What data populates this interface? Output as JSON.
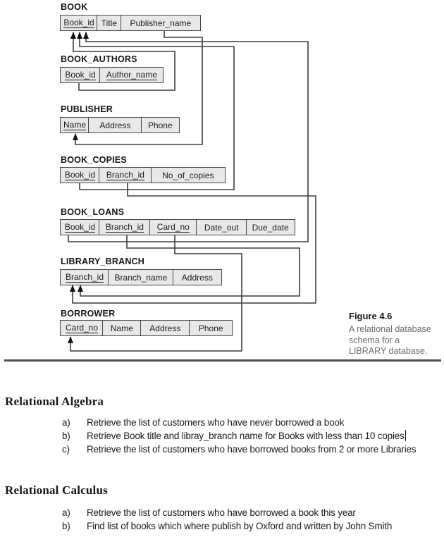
{
  "figure": {
    "tables": [
      {
        "name": "BOOK",
        "columns": [
          {
            "label": "Book_id",
            "pk": true
          },
          {
            "label": "Title",
            "pk": false
          },
          {
            "label": "Publisher_name",
            "pk": false
          }
        ]
      },
      {
        "name": "BOOK_AUTHORS",
        "columns": [
          {
            "label": "Book_id",
            "pk": true
          },
          {
            "label": "Author_name",
            "pk": true
          }
        ]
      },
      {
        "name": "PUBLISHER",
        "columns": [
          {
            "label": "Name",
            "pk": true
          },
          {
            "label": "Address",
            "pk": false
          },
          {
            "label": "Phone",
            "pk": false
          }
        ]
      },
      {
        "name": "BOOK_COPIES",
        "columns": [
          {
            "label": "Book_id",
            "pk": true
          },
          {
            "label": "Branch_id",
            "pk": true
          },
          {
            "label": "No_of_copies",
            "pk": false
          }
        ]
      },
      {
        "name": "BOOK_LOANS",
        "columns": [
          {
            "label": "Book_id",
            "pk": true
          },
          {
            "label": "Branch_id",
            "pk": true
          },
          {
            "label": "Card_no",
            "pk": true
          },
          {
            "label": "Date_out",
            "pk": false
          },
          {
            "label": "Due_date",
            "pk": false
          }
        ]
      },
      {
        "name": "LIBRARY_BRANCH",
        "columns": [
          {
            "label": "Branch_id",
            "pk": true
          },
          {
            "label": "Branch_name",
            "pk": false
          },
          {
            "label": "Address",
            "pk": false
          }
        ]
      },
      {
        "name": "BORROWER",
        "columns": [
          {
            "label": "Card_no",
            "pk": true
          },
          {
            "label": "Name",
            "pk": false
          },
          {
            "label": "Address",
            "pk": false
          },
          {
            "label": "Phone",
            "pk": false
          }
        ]
      }
    ],
    "relations": [
      {
        "from": "BOOK_AUTHORS.Book_id",
        "to": "BOOK.Book_id"
      },
      {
        "from": "BOOK_COPIES.Book_id",
        "to": "BOOK.Book_id"
      },
      {
        "from": "BOOK_LOANS.Book_id",
        "to": "BOOK.Book_id"
      },
      {
        "from": "BOOK.Publisher_name",
        "to": "PUBLISHER.Name"
      },
      {
        "from": "BOOK_COPIES.Branch_id",
        "to": "LIBRARY_BRANCH.Branch_id"
      },
      {
        "from": "BOOK_LOANS.Branch_id",
        "to": "LIBRARY_BRANCH.Branch_id"
      },
      {
        "from": "BOOK_LOANS.Card_no",
        "to": "BORROWER.Card_no"
      }
    ],
    "caption": {
      "title": "Figure 4.6",
      "lines": [
        "A relational database",
        "schema for a",
        "LIBRARY database."
      ]
    }
  },
  "sections": [
    {
      "heading": "Relational Algebra",
      "items": [
        {
          "marker": "a)",
          "text": "Retrieve the list of customers who have never borrowed a book",
          "cursor": false
        },
        {
          "marker": "b)",
          "text": "Retrieve Book title and libray_branch name for Books with less than 10 copies",
          "cursor": true
        },
        {
          "marker": "c)",
          "text": "Retrieve the list of customers who have borrowed books from 2 or more Libraries",
          "cursor": false
        }
      ]
    },
    {
      "heading": "Relational Calculus",
      "items": [
        {
          "marker": "a)",
          "text": "Retrieve the list of customers who have borrowed a book this year",
          "cursor": false
        },
        {
          "marker": "b)",
          "text": "Find list of books which where publish by Oxford and written by John Smith",
          "cursor": false
        }
      ]
    }
  ],
  "colors": {
    "cell_fill": "#e8e8e8",
    "cell_border": "#464646",
    "connector_line": "#3c3c3c",
    "caption_text": "#6b6b6b"
  }
}
